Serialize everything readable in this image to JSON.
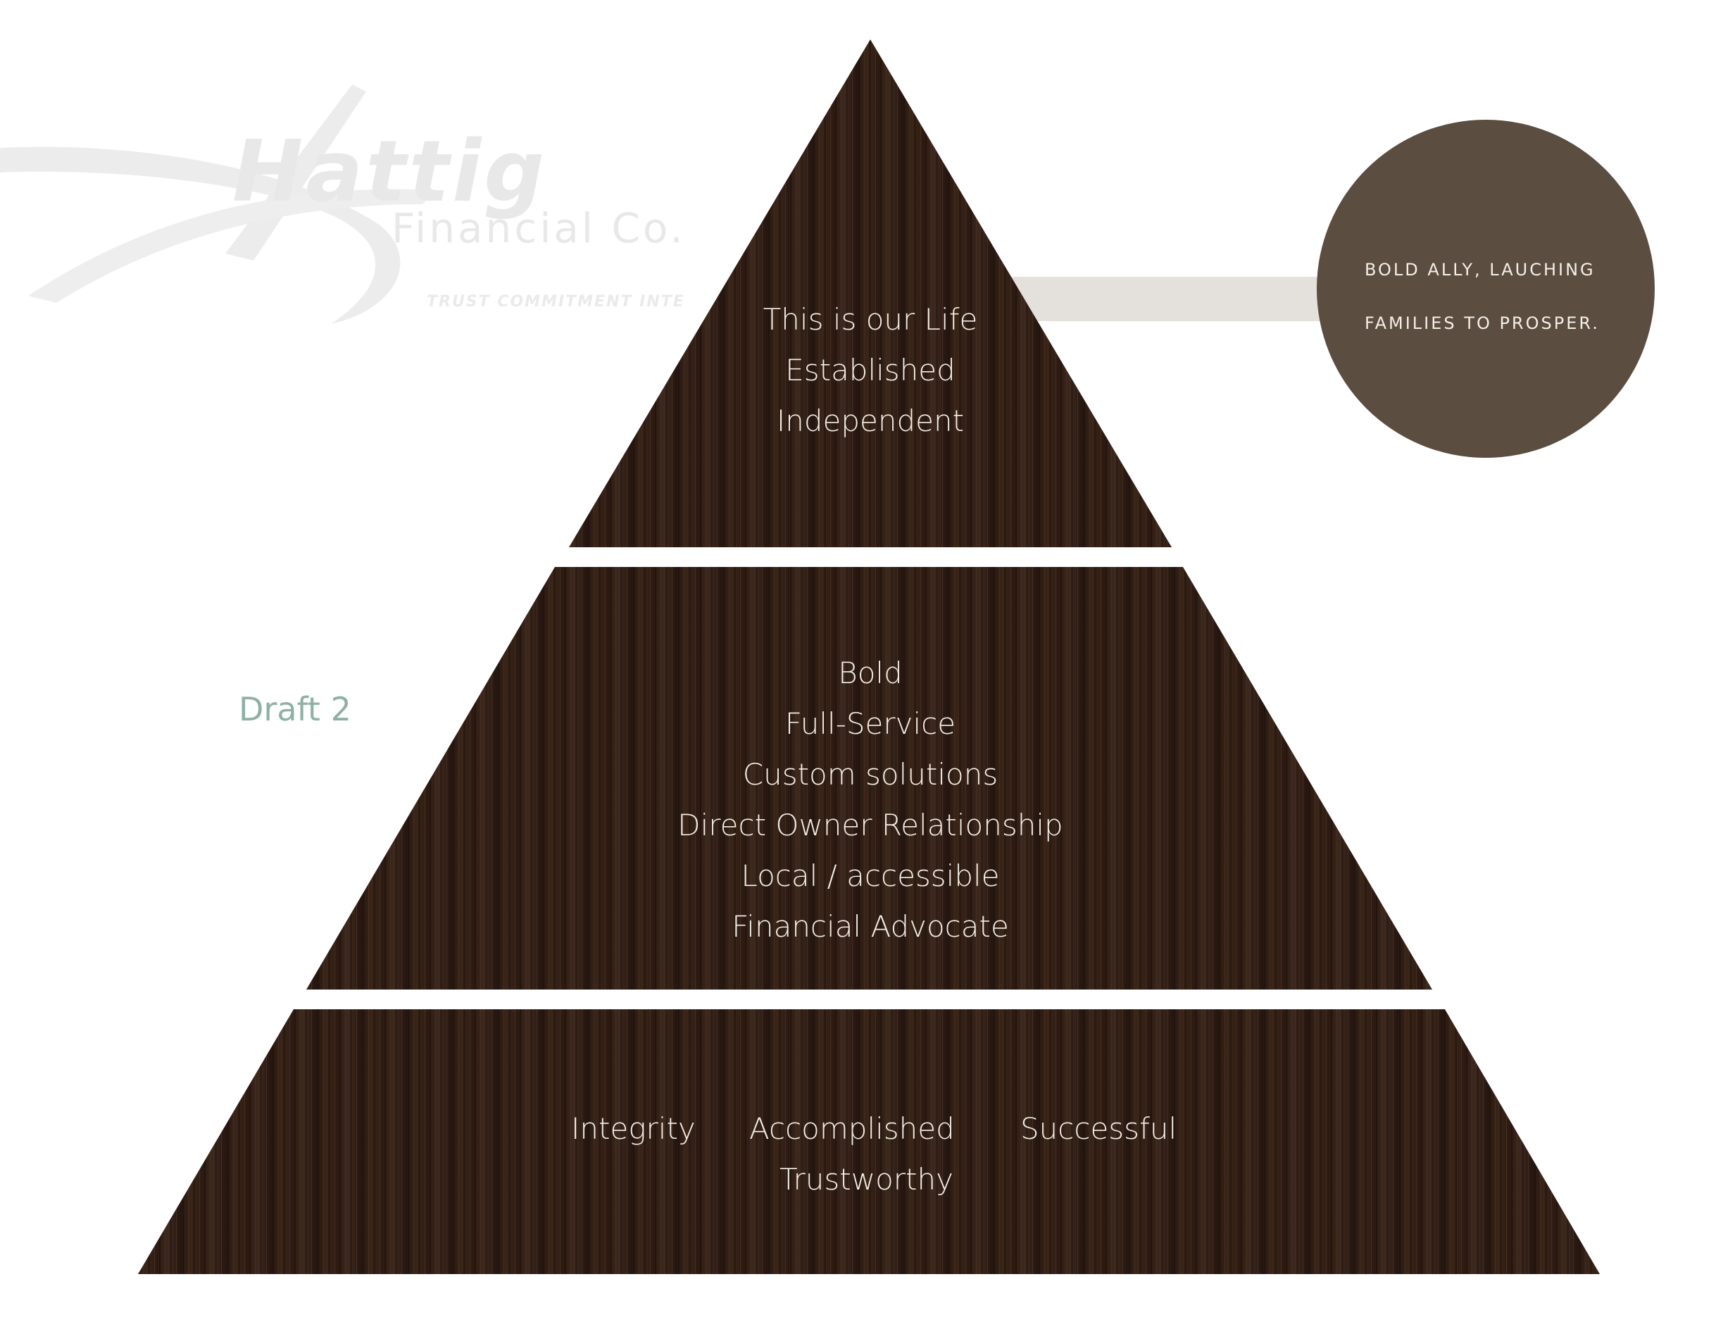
{
  "watermark": {
    "brand": "Hattig",
    "subtitle": "Financial Co.",
    "tagline": "TRUST  COMMITMENT  INTE"
  },
  "draft_label": "Draft 2",
  "callout": {
    "line1": "BOLD ALLY, LAUCHING",
    "line2": "FAMILIES TO PROSPER."
  },
  "pyramid": {
    "top": [
      "This is our Life",
      "Established",
      "Independent"
    ],
    "middle": [
      "Bold",
      "Full-Service",
      "Custom solutions",
      "Direct Owner Relationship",
      "Local / accessible",
      "Financial Advocate"
    ],
    "base": {
      "left": "Integrity",
      "center": "Accomplished",
      "right": "Successful",
      "below": "Trustworthy"
    }
  },
  "colors": {
    "wood_dark": "#2a1912",
    "wood_mid": "#3f2a20",
    "circle": "#5b4d40",
    "connector": "#e4e0dc",
    "draft": "#8fb0a4",
    "watermark": "#e8e8e8"
  }
}
